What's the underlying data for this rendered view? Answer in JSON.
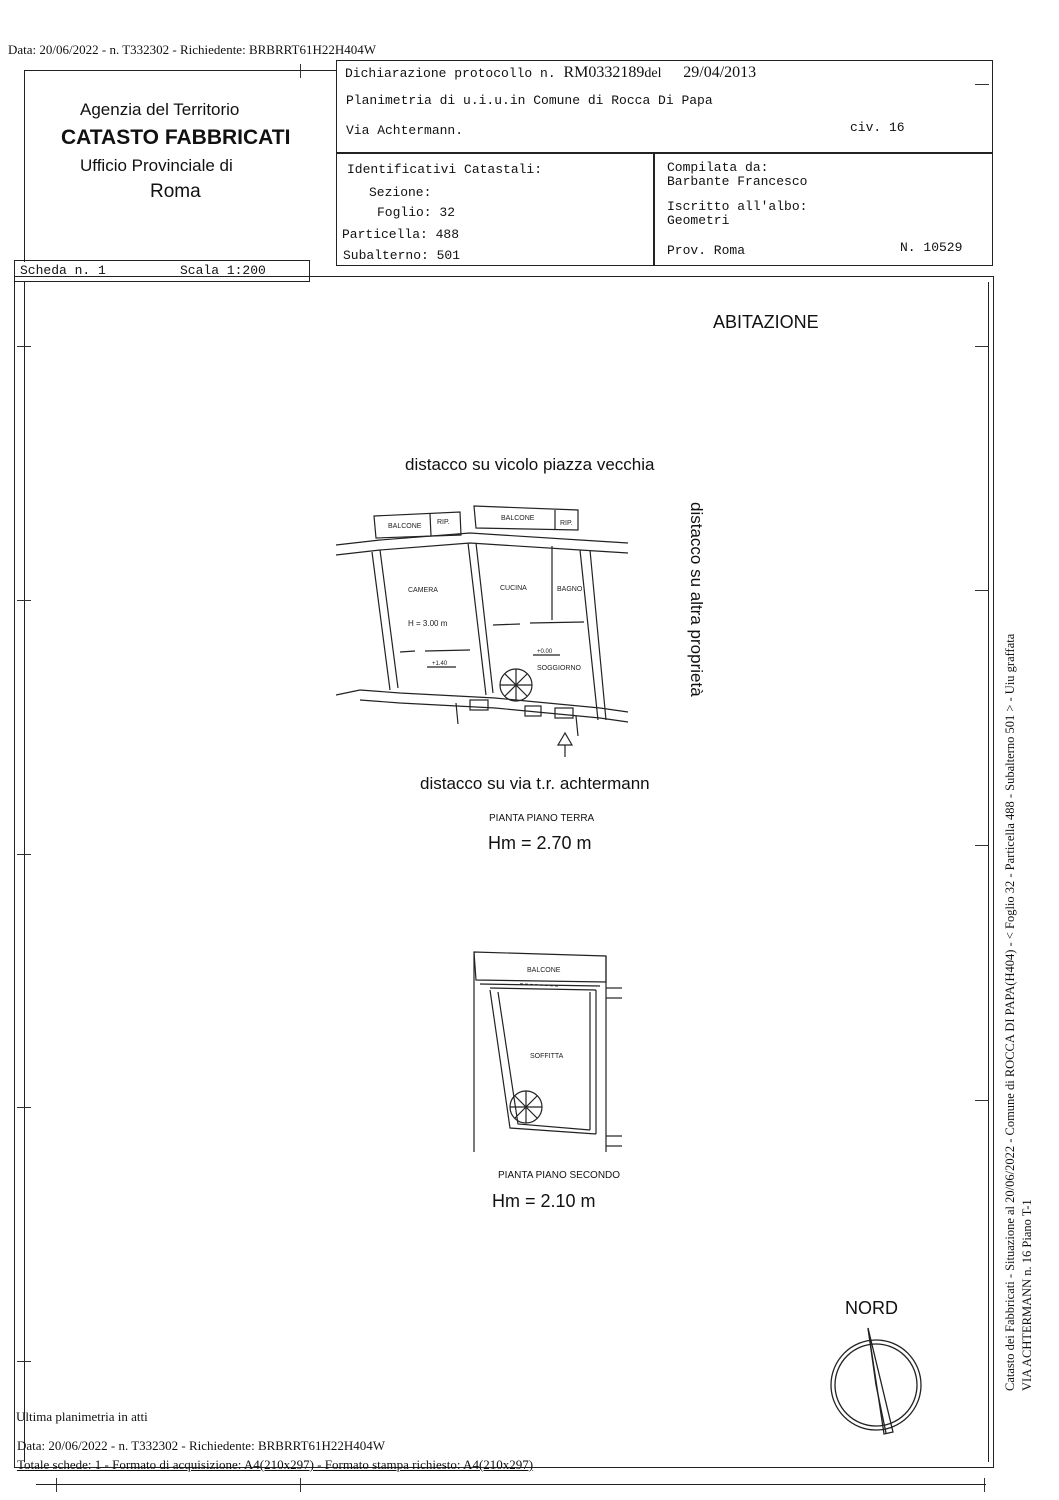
{
  "header": {
    "top_line": "Data: 20/06/2022 - n. T332302 - Richiedente: BRBRRT61H22H404W"
  },
  "agency": {
    "line1": "Agenzia del Territorio",
    "line2": "CATASTO FABBRICATI",
    "line3": "Ufficio Provinciale di",
    "line4": "Roma"
  },
  "declaration": {
    "protocol_label": "Dichiarazione protocollo n.",
    "protocol_number": "RM0332189",
    "del_label": "del",
    "date": "29/04/2013",
    "planimetria": "Planimetria di u.i.u.in Comune di Rocca Di Papa",
    "address": "Via Achtermann.",
    "civ": "civ. 16"
  },
  "identifiers": {
    "title": "Identificativi Catastali:",
    "sezione": "Sezione:",
    "foglio": "Foglio: 32",
    "particella": "Particella: 488",
    "subalterno": "Subalterno: 501"
  },
  "compiler": {
    "compilata": "Compilata da:",
    "name": "Barbante Francesco",
    "iscritto": "Iscritto all'albo:",
    "albo": "Geometri",
    "prov": "Prov. Roma",
    "number": "N. 10529"
  },
  "scheda": {
    "label": "Scheda n. 1",
    "scale": "Scala 1:200"
  },
  "drawing": {
    "title": "ABITAZIONE",
    "north_side": "distacco su vicolo piazza vecchia",
    "east_side": "distacco su altra proprietà",
    "south_side": "distacco su via t.r. achtermann",
    "ground_floor_label": "PIANTA PIANO TERRA",
    "ground_floor_height": "Hm = 2.70 m",
    "second_floor_label": "PIANTA PIANO SECONDO",
    "second_floor_height": "Hm  = 2.10 m",
    "rooms": {
      "balcone": "BALCONE",
      "rip": "RIP.",
      "camera": "CAMERA",
      "cucina": "CUCINA",
      "bagno": "BAGNO",
      "soggiorno": "SOGGIORNO",
      "soffitta": "SOFFITTA",
      "room_height": "H = 3.00 m",
      "level_1": "+1.40",
      "level_2": "+0.00"
    },
    "north_label": "NORD"
  },
  "side_note": {
    "line1": "Catasto dei Fabbricati - Situazione al 20/06/2022 - Comune di ROCCA DI PAPA(H404) - < Foglio 32 - Particella 488 - Subalterno 501 > - Uiu graffata",
    "line2": "VIA ACHTERMANN n. 16 Piano T-1"
  },
  "footer": {
    "ultima": "Ultima planimetria in atti",
    "data_line": "Data: 20/06/2022 - n. T332302 - Richiedente: BRBRRT61H22H404W",
    "totale_line": "Totale schede: 1 - Formato di acquisizione: A4(210x297)  - Formato stampa richiesto: A4(210x297)"
  }
}
